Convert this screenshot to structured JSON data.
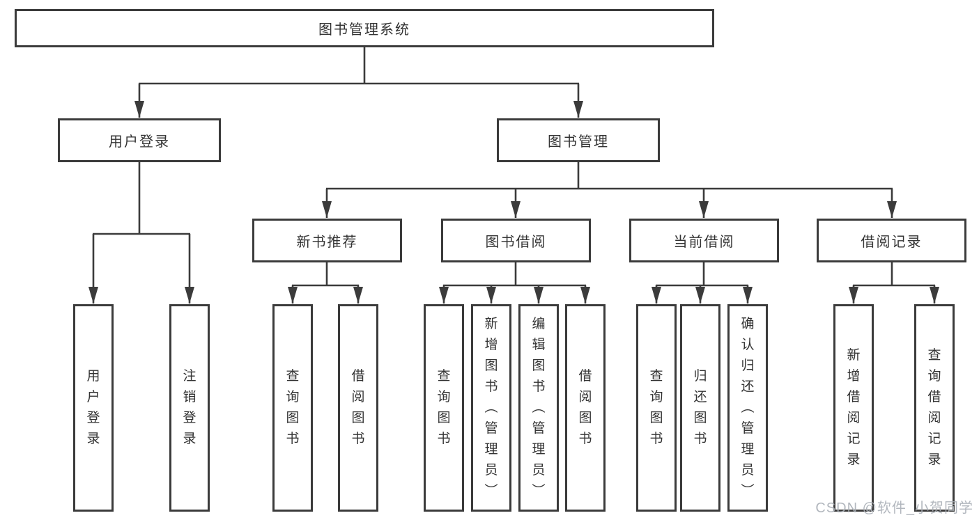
{
  "diagram": {
    "type": "hierarchy-tree",
    "title": "图书管理系统"
  },
  "colors": {
    "line": "#3b3b3b",
    "text": "#333333",
    "box_fill": "#ffffff",
    "watermark": "#aab0b7",
    "background": "#ffffff"
  },
  "nodes": {
    "root": {
      "label": "图书管理系统"
    },
    "user_login": {
      "label": "用户登录"
    },
    "book_management": {
      "label": "图书管理"
    },
    "new_book_recommend": {
      "label": "新书推荐"
    },
    "book_borrowing": {
      "label": "图书借阅"
    },
    "current_borrowing": {
      "label": "当前借阅"
    },
    "borrow_records": {
      "label": "借阅记录"
    },
    "leaf_user_login": {
      "label": "用户登录"
    },
    "leaf_logout": {
      "label": "注销登录"
    },
    "leaf_nb_search_books": {
      "label": "查询图书"
    },
    "leaf_nb_borrow_books": {
      "label": "借阅图书"
    },
    "leaf_bb_search_books": {
      "label": "查询图书"
    },
    "leaf_bb_add_books": {
      "label": "新增图书（管理员）"
    },
    "leaf_bb_edit_books": {
      "label": "编辑图书（管理员）"
    },
    "leaf_bb_borrow_books": {
      "label": "借阅图书"
    },
    "leaf_cb_search_books": {
      "label": "查询图书"
    },
    "leaf_cb_return_books": {
      "label": "归还图书"
    },
    "leaf_cb_confirm_return": {
      "label": "确认归还（管理员）"
    },
    "leaf_br_add_record": {
      "label": "新增借阅记录"
    },
    "leaf_br_search_record": {
      "label": "查询借阅记录"
    }
  },
  "edges": [
    [
      "root",
      "user_login"
    ],
    [
      "root",
      "book_management"
    ],
    [
      "user_login",
      "leaf_user_login"
    ],
    [
      "user_login",
      "leaf_logout"
    ],
    [
      "book_management",
      "new_book_recommend"
    ],
    [
      "book_management",
      "book_borrowing"
    ],
    [
      "book_management",
      "current_borrowing"
    ],
    [
      "book_management",
      "borrow_records"
    ],
    [
      "new_book_recommend",
      "leaf_nb_search_books"
    ],
    [
      "new_book_recommend",
      "leaf_nb_borrow_books"
    ],
    [
      "book_borrowing",
      "leaf_bb_search_books"
    ],
    [
      "book_borrowing",
      "leaf_bb_add_books"
    ],
    [
      "book_borrowing",
      "leaf_bb_edit_books"
    ],
    [
      "book_borrowing",
      "leaf_bb_borrow_books"
    ],
    [
      "current_borrowing",
      "leaf_cb_search_books"
    ],
    [
      "current_borrowing",
      "leaf_cb_return_books"
    ],
    [
      "current_borrowing",
      "leaf_cb_confirm_return"
    ],
    [
      "borrow_records",
      "leaf_br_add_record"
    ],
    [
      "borrow_records",
      "leaf_br_search_record"
    ]
  ],
  "watermark": {
    "text": "CSDN @软件_小贺同学"
  }
}
